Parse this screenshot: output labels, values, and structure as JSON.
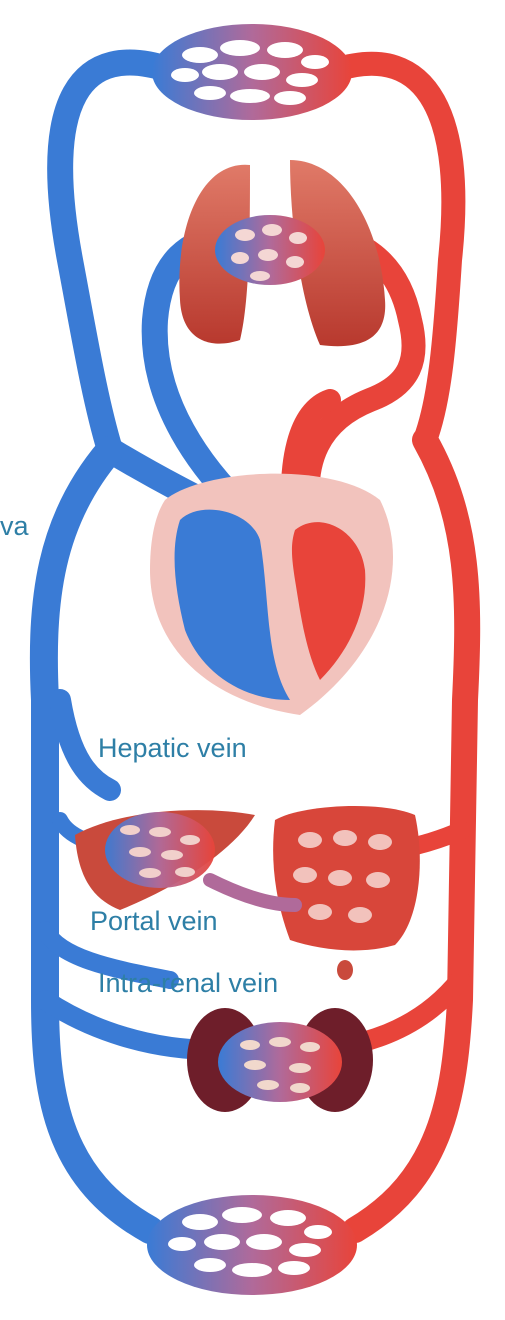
{
  "labels": {
    "vena_cava_fragment": "va",
    "hepatic_vein": "Hepatic vein",
    "portal_vein": "Portal vein",
    "intra_renal_vein": "Intra-renal vein"
  },
  "colors": {
    "venous": "#3a7bd5",
    "arterial": "#e8443a",
    "capillary": "#b06a9a",
    "label": "#2e7fa6",
    "organ": "#c94a3c",
    "heart_halo": "#f2c3bd",
    "kidney": "#6e1e2a"
  }
}
